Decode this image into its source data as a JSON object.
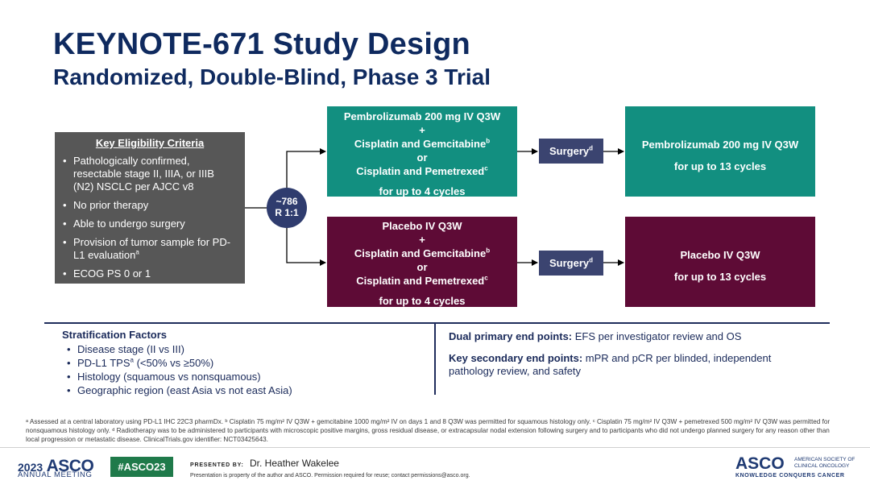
{
  "title": "KEYNOTE-671 Study Design",
  "subtitle": "Randomized, Double-Blind, Phase 3 Trial",
  "eligibility": {
    "header": "Key Eligibility Criteria",
    "items": [
      "Pathologically confirmed, resectable stage II, IIIA, or IIIB (N2) NSCLC per AJCC v8",
      "No prior therapy",
      "Able to undergo surgery",
      "Provision of tumor sample for PD-L1 evaluation",
      "ECOG PS 0 or 1"
    ],
    "item4_sup": "a"
  },
  "randomization": {
    "n": "~786",
    "ratio": "R 1:1"
  },
  "arm_pembro": {
    "line1": "Pembrolizumab 200 mg IV Q3W",
    "plus": "+",
    "line2": "Cisplatin and Gemcitabine",
    "line2_sup": "b",
    "or": "or",
    "line3": "Cisplatin and Pemetrexed",
    "line3_sup": "c",
    "line4": "for up to 4 cycles"
  },
  "arm_placebo": {
    "line1": "Placebo IV Q3W",
    "plus": "+",
    "line2": "Cisplatin and Gemcitabine",
    "line2_sup": "b",
    "or": "or",
    "line3": "Cisplatin and Pemetrexed",
    "line3_sup": "c",
    "line4": "for up to 4 cycles"
  },
  "surgery": {
    "label": "Surgery",
    "sup": "d"
  },
  "adjuvant_pembro": {
    "line1": "Pembrolizumab 200 mg IV Q3W",
    "line2": "for up to 13 cycles"
  },
  "adjuvant_placebo": {
    "line1": "Placebo IV Q3W",
    "line2": "for up to 13 cycles"
  },
  "stratification": {
    "header": "Stratification Factors",
    "items": [
      "Disease stage (II vs III)",
      "PD-L1 TPS",
      "Histology (squamous vs nonsquamous)",
      "Geographic region (east Asia vs not east Asia)"
    ],
    "item2_sup": "a",
    "item2_rest": " (<50% vs ≥50%)"
  },
  "endpoints": {
    "primary_label": "Dual primary end points:",
    "primary_text": " EFS per investigator review and OS",
    "secondary_label": "Key secondary end points:",
    "secondary_text": " mPR and pCR per blinded, independent pathology review, and safety"
  },
  "footnote": "ᵃ Assessed at a central laboratory using PD-L1 IHC 22C3 pharmDx. ᵇ Cisplatin 75 mg/m² IV Q3W + gemcitabine 1000 mg/m² IV on days 1 and 8 Q3W was permitted for squamous histology only. ᶜ Cisplatin 75 mg/m² IV Q3W + pemetrexed 500 mg/m² IV Q3W was permitted for nonsquamous histology only. ᵈ Radiotherapy was to be administered to participants with microscopic positive margins, gross residual disease, or extracapsular nodal extension following surgery and to participants who did not undergo planned surgery for any reason other than local progression or metastatic disease. ClinicalTrials.gov identifier: NCT03425643.",
  "bottom": {
    "year": "2023",
    "asco": "ASCO",
    "annual_meeting": "ANNUAL MEETING",
    "hashtag": "#ASCO23",
    "presented_by": "PRESENTED BY:",
    "presenter": "Dr. Heather Wakelee",
    "permission": "Presentation is property of the author and ASCO. Permission required for reuse; contact permissions@asco.org.",
    "society_line1": "AMERICAN SOCIETY OF",
    "society_line2": "CLINICAL ONCOLOGY",
    "tagline": "KNOWLEDGE CONQUERS CANCER"
  },
  "colors": {
    "navy": "#0f2a5f",
    "teal": "#128f80",
    "maroon": "#5e0b36",
    "gray": "#575757",
    "surgery": "#3b4470",
    "circle": "#2f3c6e"
  }
}
